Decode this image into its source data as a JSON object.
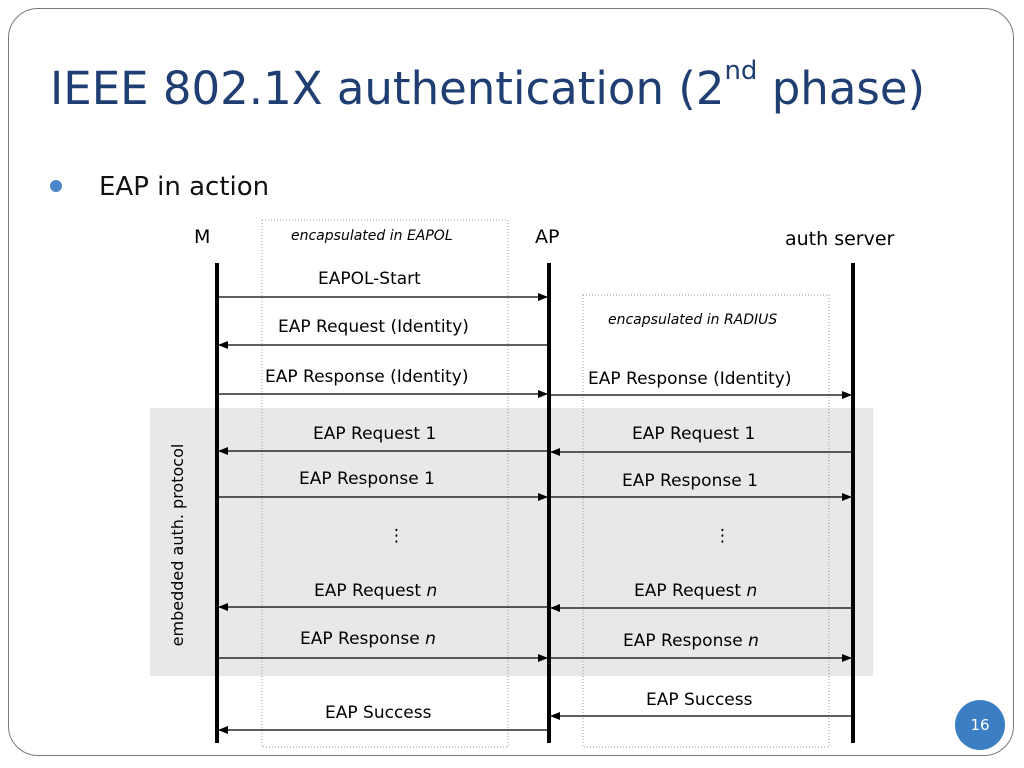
{
  "slide": {
    "title_main": "IEEE 802.1X authentication (2",
    "title_sup": "nd",
    "title_end": " phase)",
    "bullet": "EAP in action",
    "page_number": "16"
  },
  "diagram": {
    "entities": {
      "m": "M",
      "ap": "AP",
      "server": "auth server"
    },
    "notes": {
      "eapol": "encapsulated in EAPOL",
      "radius": "encapsulated in RADIUS"
    },
    "embedded_label": "embedded auth. protocol",
    "ellipsis": "⋮",
    "messages": {
      "eapol_start": "EAPOL-Start",
      "req_identity": "EAP Request (Identity)",
      "resp_identity_m": "EAP Response (Identity)",
      "resp_identity_srv": "EAP Response (Identity)",
      "req1_m": "EAP Request 1",
      "req1_srv": "EAP Request 1",
      "resp1_m": "EAP Response 1",
      "resp1_srv": "EAP Response 1",
      "reqn_m": "EAP Request ",
      "reqn_srv": "EAP Request ",
      "respn_m": "EAP Response ",
      "respn_srv": "EAP Response ",
      "n": "n",
      "success_srv": "EAP Success",
      "success_m": "EAP Success"
    },
    "colors": {
      "shade": "#e8e8e8",
      "line": "#000000",
      "title": "#1f3f73",
      "accent": "#3c7ec4"
    }
  }
}
